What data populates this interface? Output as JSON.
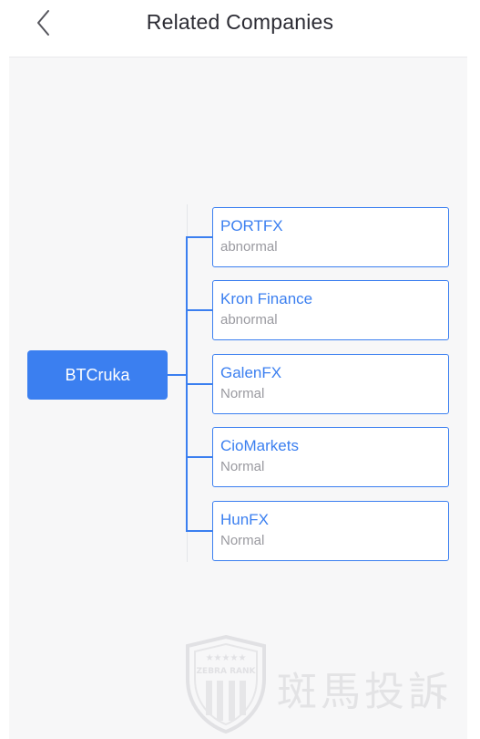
{
  "header": {
    "back_icon": "chevron-left-icon",
    "title": "Related Companies"
  },
  "root": {
    "label": "BTCruka"
  },
  "children": [
    {
      "name": "PORTFX",
      "status": "abnormal"
    },
    {
      "name": "Kron Finance",
      "status": "abnormal"
    },
    {
      "name": "GalenFX",
      "status": "Normal"
    },
    {
      "name": "CioMarkets",
      "status": "Normal"
    },
    {
      "name": "HunFX",
      "status": "Normal"
    }
  ],
  "watermark": {
    "badge_text": "ZEBRA RANK",
    "text": "斑馬投訴"
  },
  "colors": {
    "accent": "#3b7ff0",
    "status_text": "#9a9aa0",
    "canvas_bg": "#f7f7f8"
  }
}
